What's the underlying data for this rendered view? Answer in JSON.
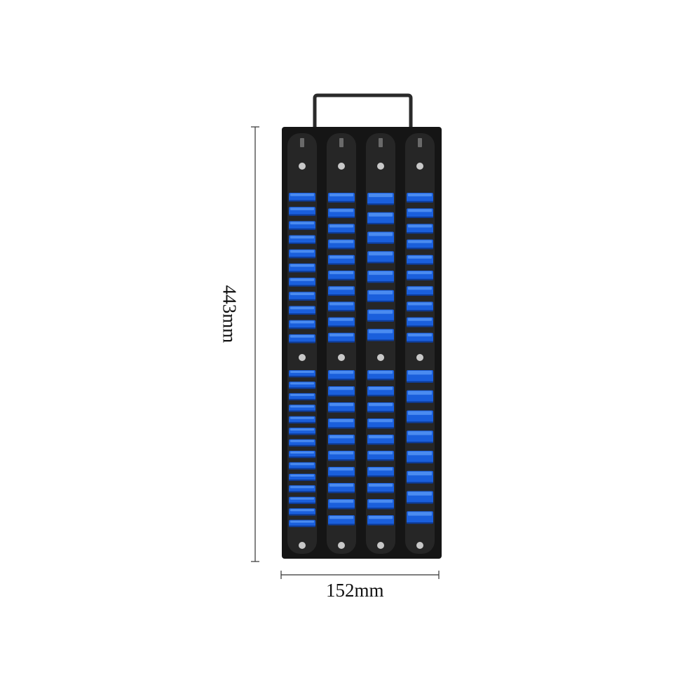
{
  "product": {
    "name": "socket-organizer-rack",
    "rail_count": 4,
    "clips_per_rail": {
      "rail_1": [
        11,
        14
      ],
      "rail_2": [
        10,
        10
      ],
      "rail_3": [
        8,
        10
      ],
      "rail_4": [
        10,
        8
      ]
    },
    "colors": {
      "rack": "#151515",
      "rail": "#262626",
      "clip": "#1a5fdc",
      "clip_highlight": "#4a8bf0",
      "clip_shadow": "#0d3a96",
      "handle": "#2a2a2a",
      "rivet": "#c8c8c8"
    }
  },
  "dimensions": {
    "width_label": "152mm",
    "height_label": "443mm"
  }
}
